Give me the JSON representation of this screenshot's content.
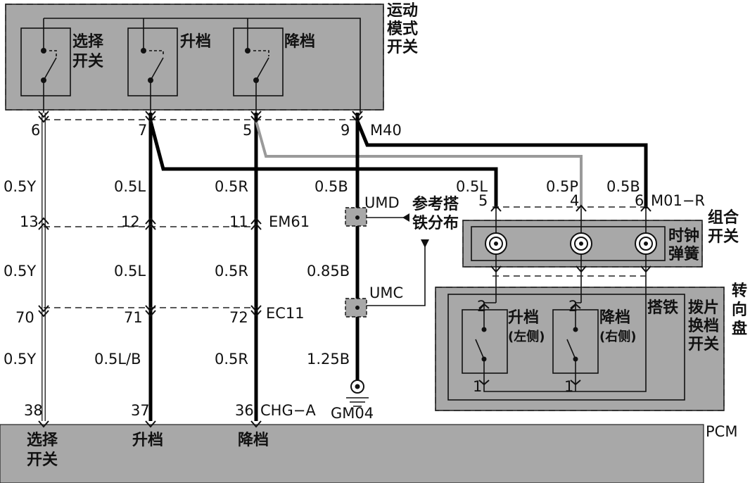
{
  "sport_mode_switch": {
    "label_lines": [
      "运动",
      "模式",
      "开关"
    ]
  },
  "switches": {
    "select": {
      "label_lines": [
        "选择",
        "开关"
      ]
    },
    "upshift": {
      "label": "升档"
    },
    "downshift": {
      "label": "降档"
    }
  },
  "connectors": {
    "m40": "M40",
    "em61": "EM61",
    "ec11": "EC11",
    "chg_a": "CHG−A",
    "m01_r": "M01−R",
    "gm04": "GM04",
    "umd": "UMD",
    "umc": "UMC"
  },
  "pins_top": [
    "6",
    "7",
    "5",
    "9"
  ],
  "pins_em61": [
    "13",
    "12",
    "11"
  ],
  "pins_ec11": [
    "70",
    "71",
    "72"
  ],
  "pins_pcm": [
    "38",
    "37",
    "36"
  ],
  "pins_combo": [
    "5",
    "4",
    "6"
  ],
  "paddle_pins": {
    "top": [
      "2",
      "2"
    ],
    "bottom": [
      "1",
      "1"
    ]
  },
  "wire_specs": {
    "row1": [
      "0.5Y",
      "0.5L",
      "0.5R",
      "0.5B"
    ],
    "row2": [
      "0.5Y",
      "0.5L",
      "0.5R",
      "0.85B"
    ],
    "row3": [
      "0.5Y",
      "0.5L/B",
      "0.5R",
      "1.25B"
    ],
    "right": [
      "0.5L",
      "0.5P",
      "0.5B"
    ]
  },
  "ground_ref": {
    "label_lines": [
      "参考搭",
      "铁分布"
    ]
  },
  "combo_switch": {
    "label_lines": [
      "组合",
      "开关"
    ]
  },
  "clock_spring": {
    "label_lines": [
      "时钟",
      "弹簧"
    ]
  },
  "steering": {
    "label_lines": [
      "转",
      "向",
      "盘"
    ]
  },
  "paddle_switch": {
    "label_lines": [
      "拨片",
      "换档",
      "开关"
    ]
  },
  "paddle_left": {
    "label": "升档",
    "sub": "(左侧)"
  },
  "paddle_right": {
    "label": "降档",
    "sub": "(右侧)"
  },
  "ground_label": "搭铁",
  "pcm": {
    "name": "PCM",
    "labels": {
      "select_lines": [
        "选择",
        "开关"
      ],
      "upshift": "升档",
      "downshift": "降档"
    }
  }
}
